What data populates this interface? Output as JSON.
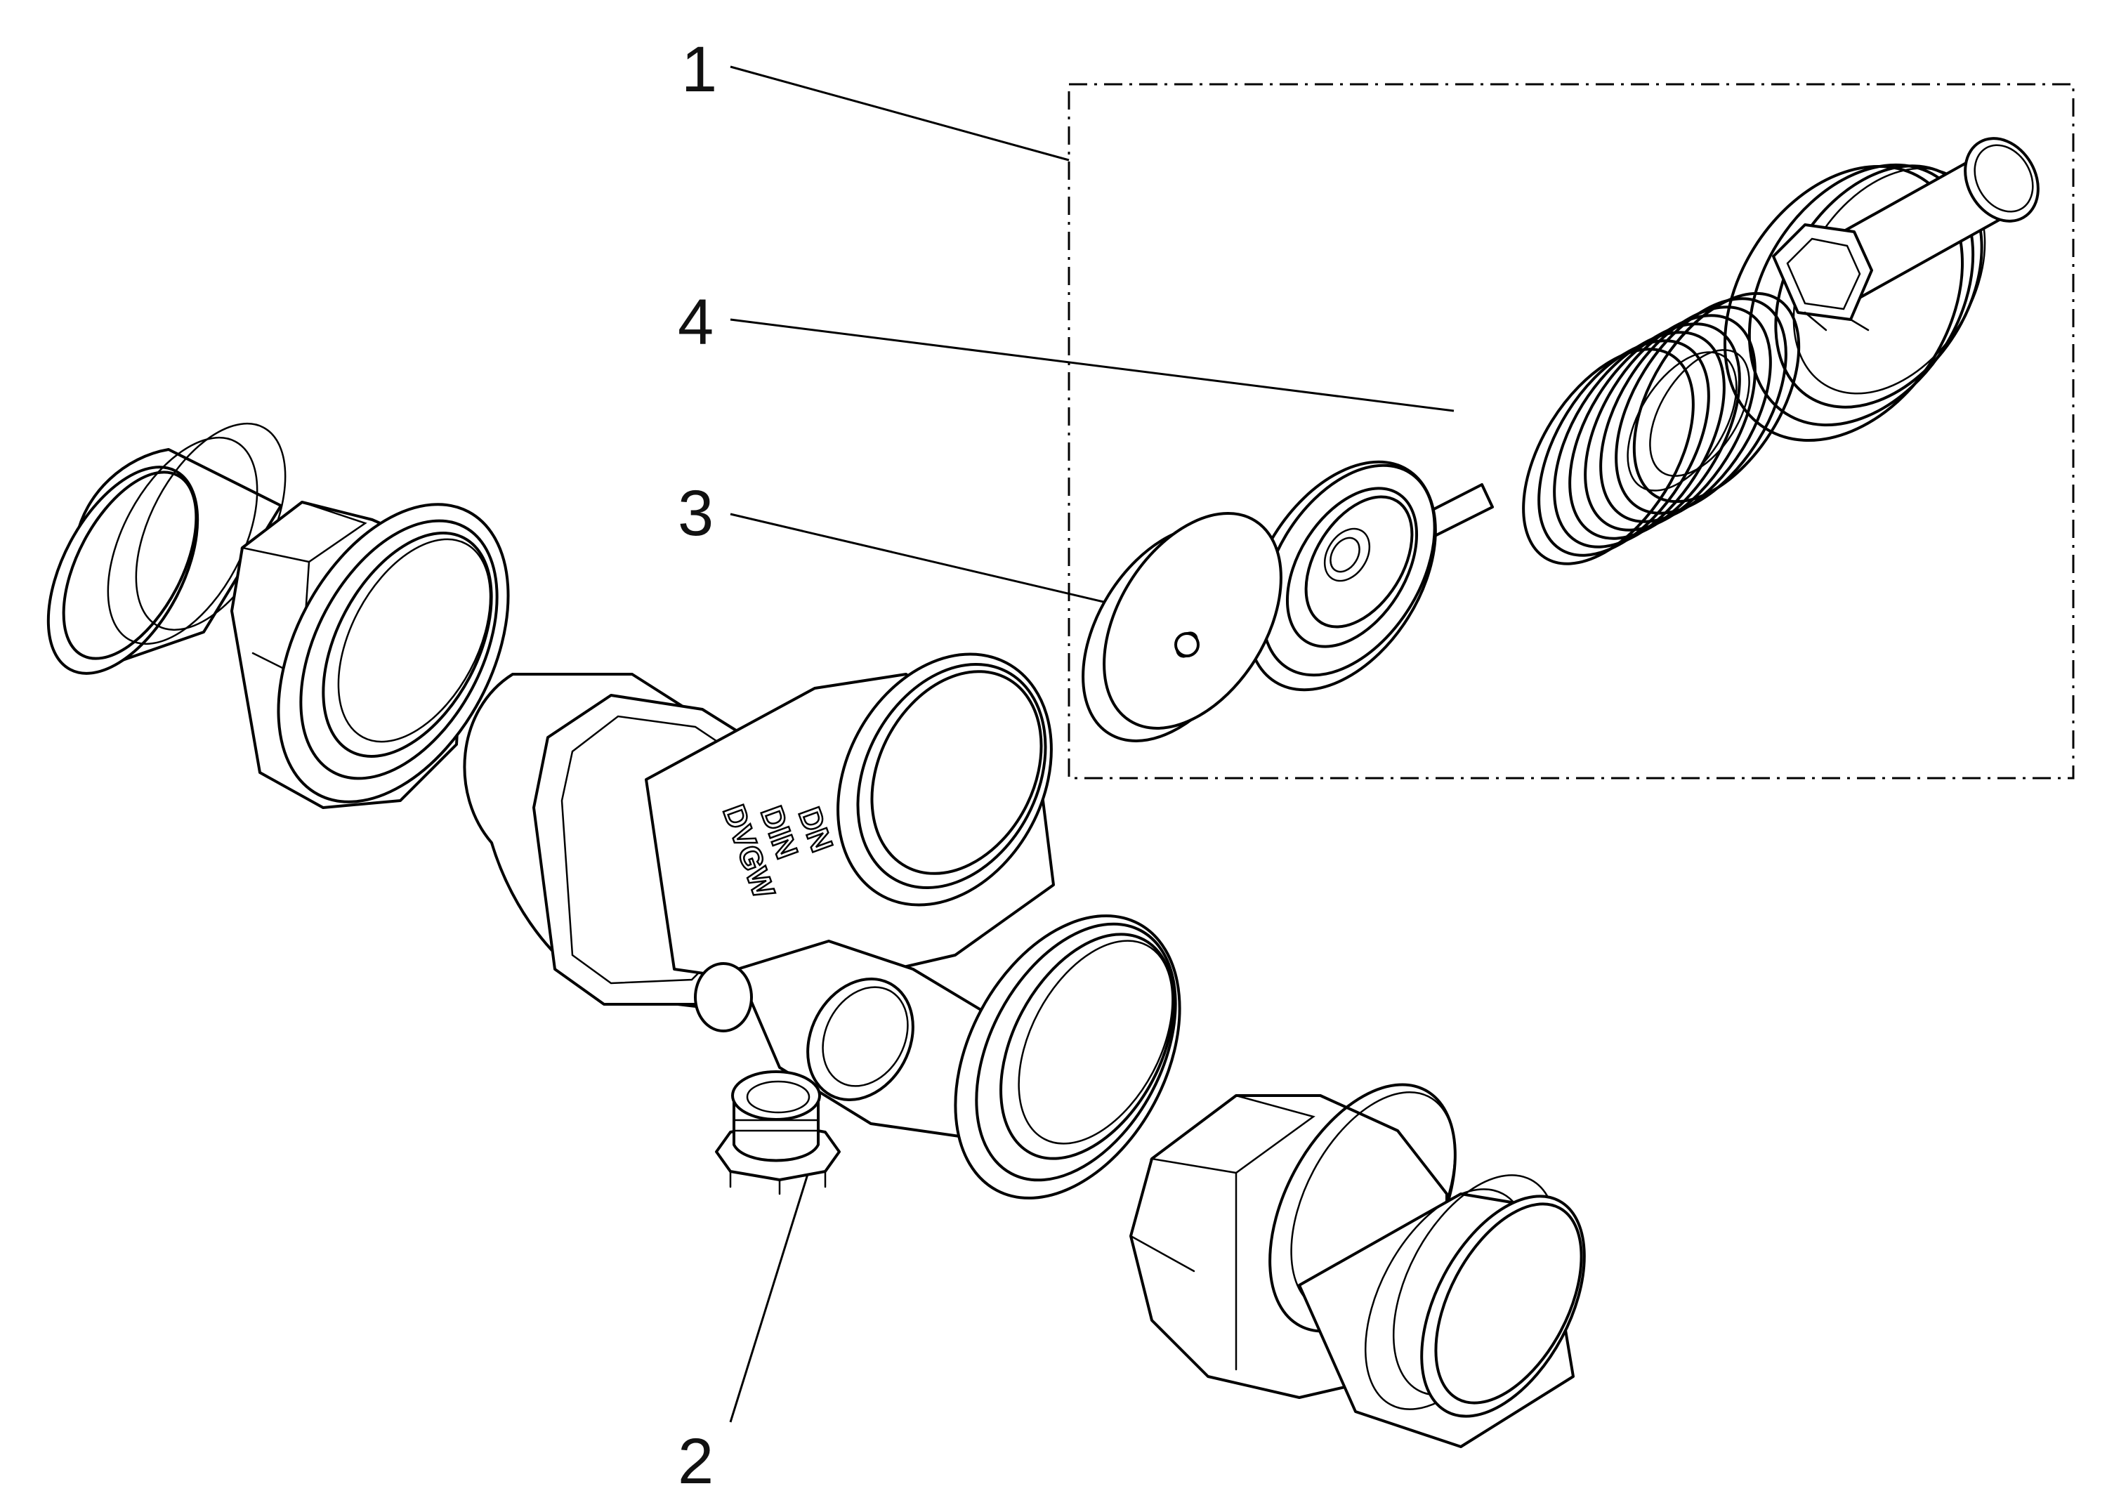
{
  "callouts": [
    {
      "id": "1",
      "label": "1"
    },
    {
      "id": "2",
      "label": "2"
    },
    {
      "id": "3",
      "label": "3"
    },
    {
      "id": "4",
      "label": "4"
    }
  ],
  "body_markings": [
    "DN",
    "DIN",
    "DVGW"
  ]
}
